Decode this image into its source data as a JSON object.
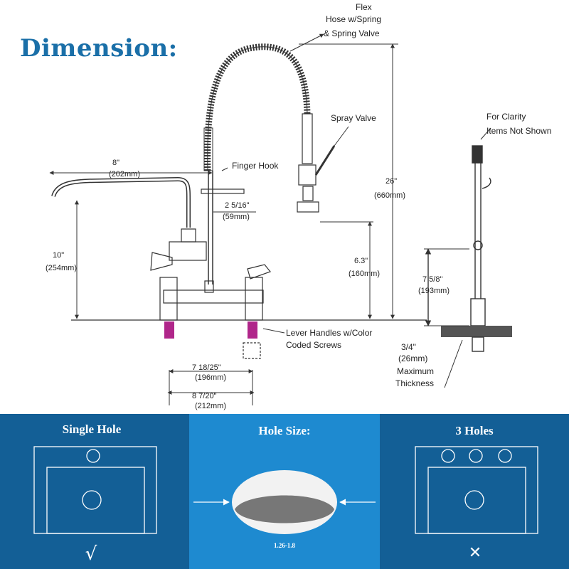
{
  "title": "Dimension:",
  "labels": {
    "flex_hose_1": "Flex",
    "flex_hose_2": "Hose w/Spring",
    "flex_hose_3": "& Spring Valve",
    "spray_valve": "Spray Valve",
    "finger_hook": "Finger Hook",
    "spout_len": "8\"",
    "spout_len_mm": "(202mm)",
    "hook_offset": "2 5/16\"",
    "hook_offset_mm": "(59mm)",
    "height": "26\"",
    "height_mm": "(660mm)",
    "spout_height": "10\"",
    "spout_height_mm": "(254mm)",
    "valve_height": "6.3\"",
    "valve_height_mm": "(160mm)",
    "lever_1": "Lever Handles w/Color",
    "lever_2": "Coded Screws",
    "center_1": "7 18/25\"",
    "center_1_mm": "(196mm)",
    "center_2": "8 7/20\"",
    "center_2_mm": "(212mm)",
    "clarity_1": "For Clarity",
    "clarity_2": "Items Not Shown",
    "side_height": "7 5/8\"",
    "side_height_mm": "(193mm)",
    "thick_1": "3/4\"",
    "thick_2": "(26mm)",
    "thick_3": "Maximum",
    "thick_4": "Thickness"
  },
  "panels": {
    "single_hole": {
      "title": "Single Hole",
      "mark": "√"
    },
    "hole_size": {
      "title": "Hole Size:",
      "range": "1.26-1.8"
    },
    "three_holes": {
      "title": "3 Holes",
      "mark": "✕"
    }
  },
  "colors": {
    "title": "#1a6fa8",
    "panel_dark": "#135f96",
    "panel_light": "#1e8ad0",
    "screw": "#b0268a"
  }
}
